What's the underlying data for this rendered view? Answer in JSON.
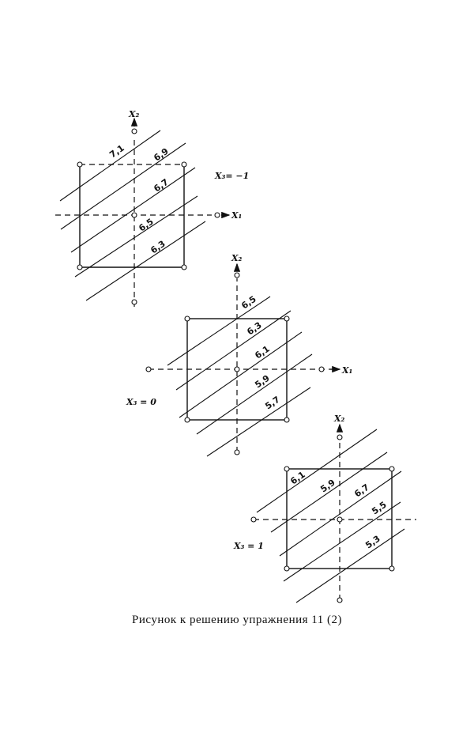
{
  "caption": "Рисунок к решению упражнения 11 (2)",
  "axis_labels": {
    "x1": "X₁",
    "x2": "X₂"
  },
  "panels": [
    {
      "condition": "X₃= −1",
      "levels": [
        "7,1",
        "6,9",
        "6,7",
        "6,5",
        "6,3"
      ]
    },
    {
      "condition": "X₃ = 0",
      "levels": [
        "6,5",
        "6,3",
        "6,1",
        "5,9",
        "5,7"
      ]
    },
    {
      "condition": "X₃ = 1",
      "levels": [
        "6,1",
        "5,9",
        "6,7",
        "5,5",
        "5,3"
      ]
    }
  ]
}
